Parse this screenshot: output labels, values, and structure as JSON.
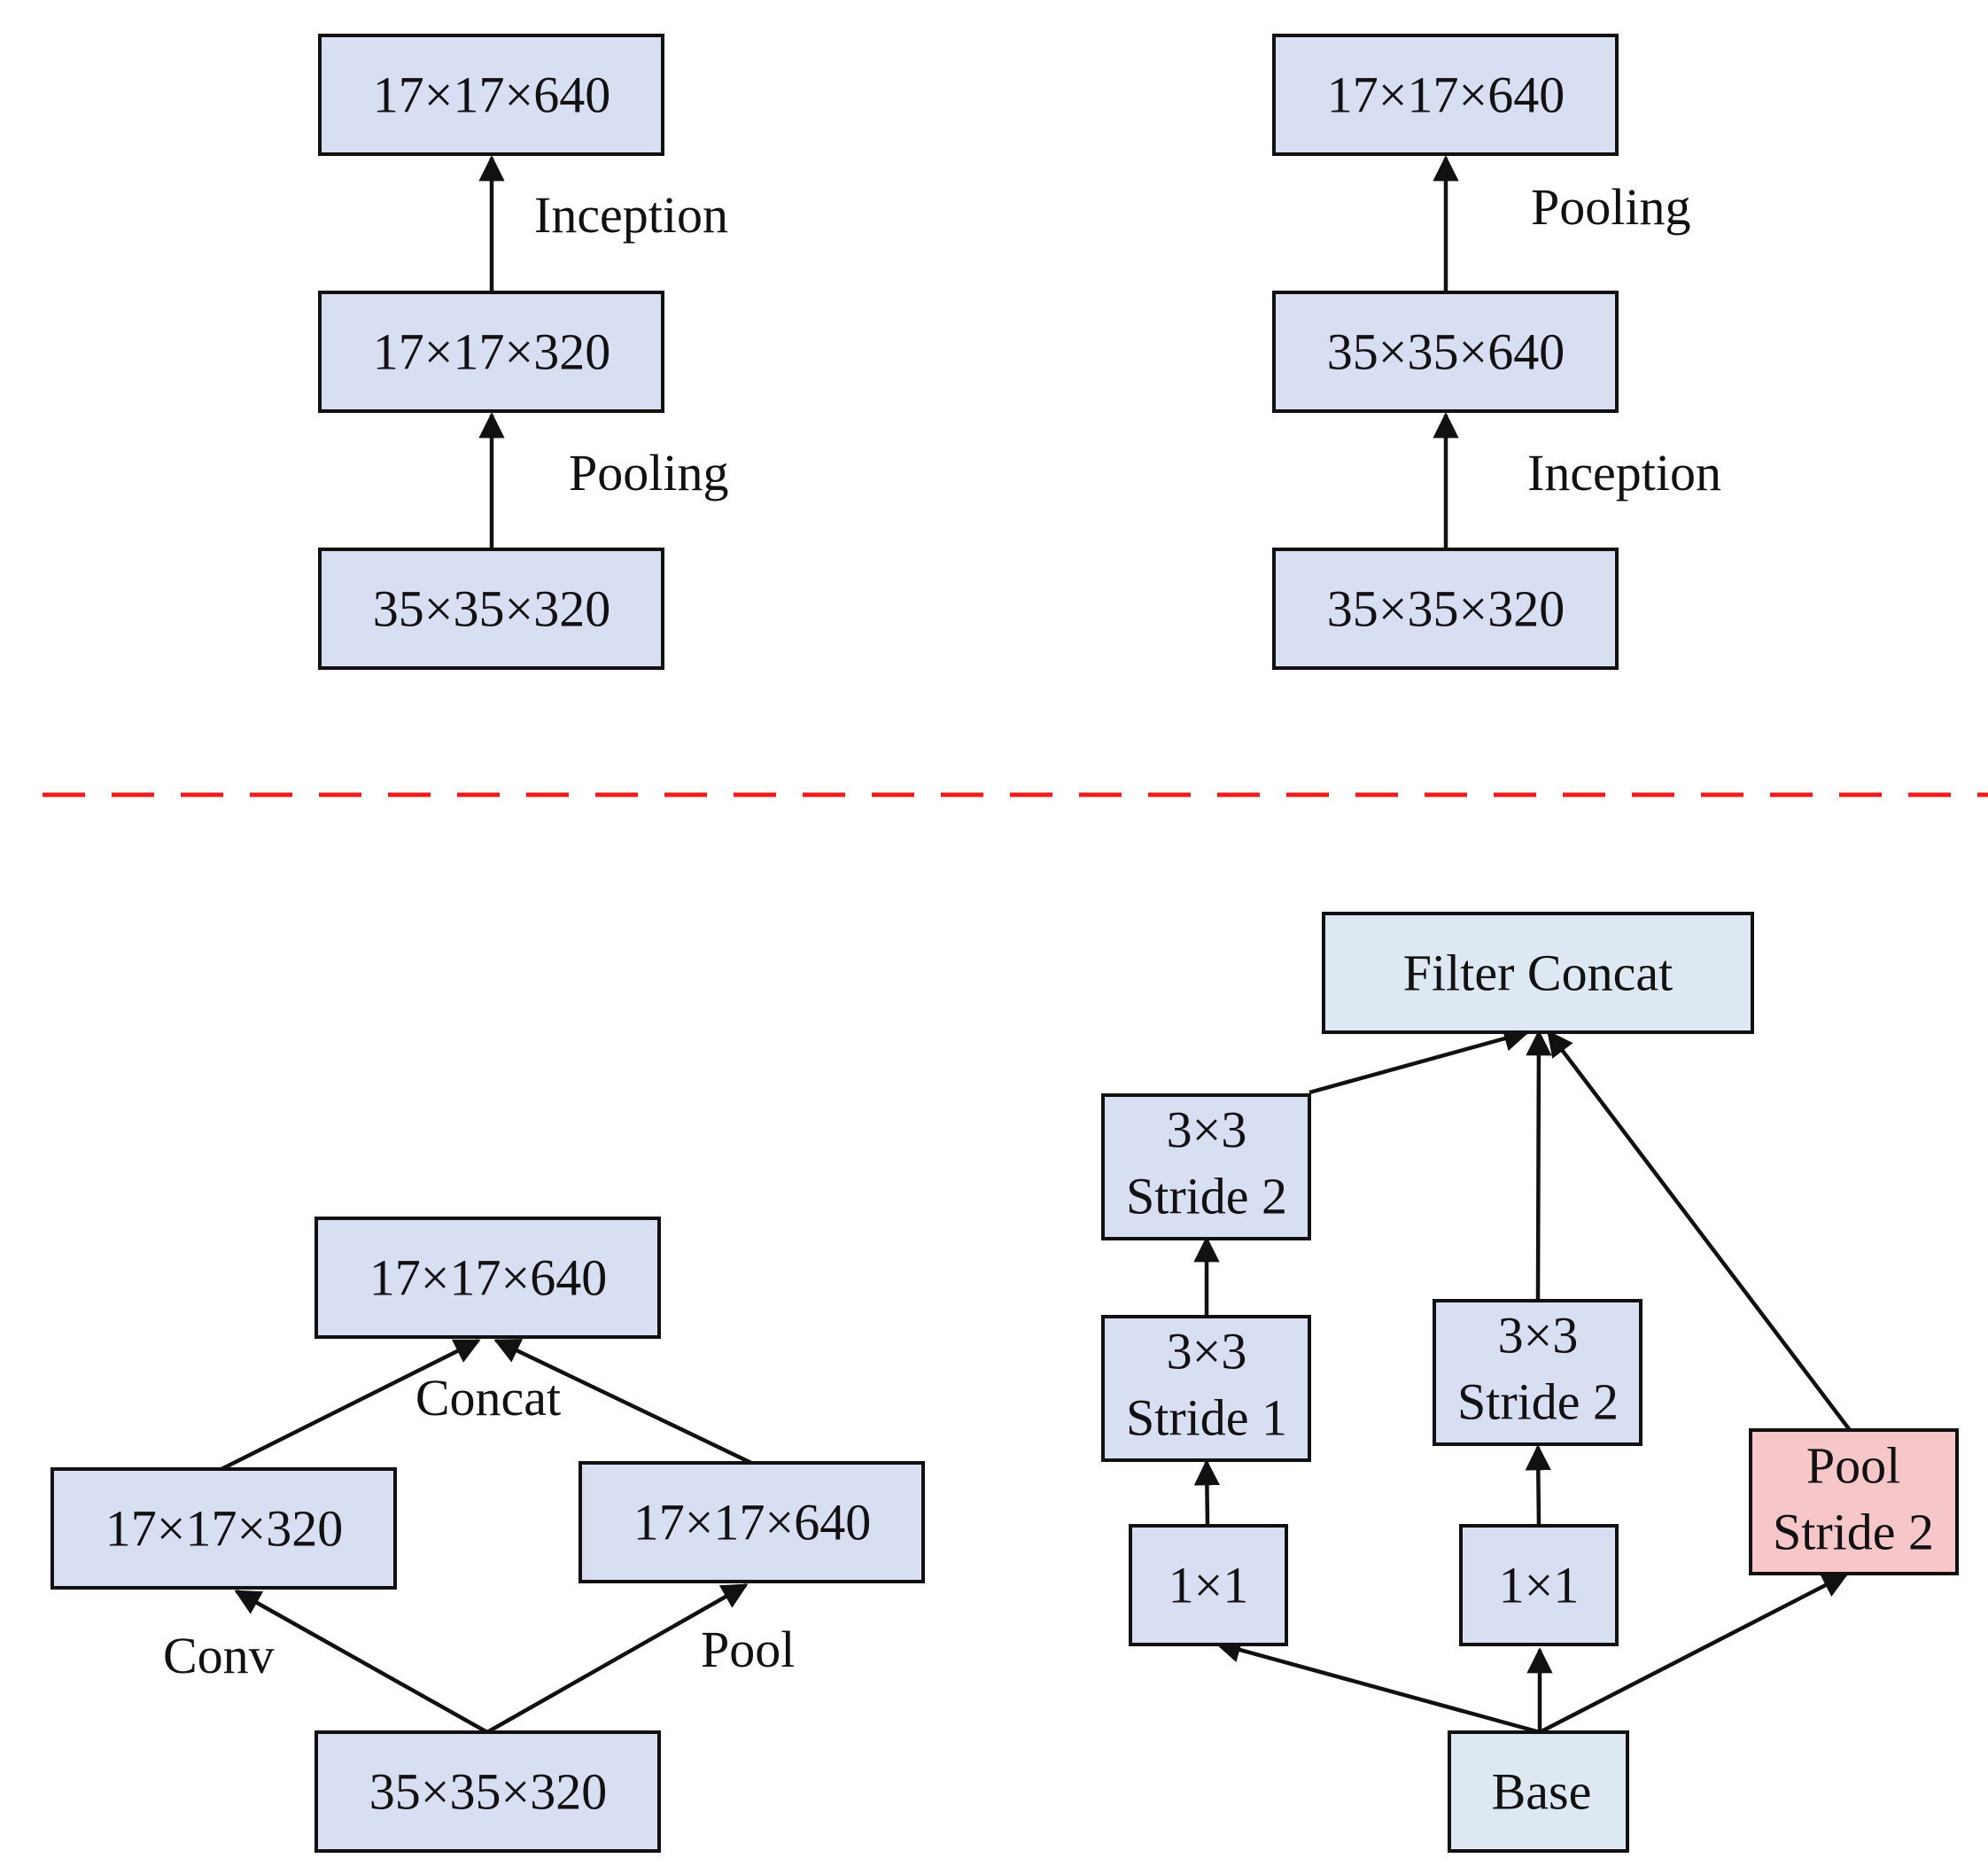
{
  "top_left": {
    "box_top": "17×17×640",
    "box_mid": "17×17×320",
    "box_bottom": "35×35×320",
    "edge_upper": "Inception",
    "edge_lower": "Pooling"
  },
  "top_right": {
    "box_top": "17×17×640",
    "box_mid": "35×35×640",
    "box_bottom": "35×35×320",
    "edge_upper": "Pooling",
    "edge_lower": "Inception"
  },
  "bottom_left": {
    "box_top": "17×17×640",
    "box_left": "17×17×320",
    "box_right": "17×17×640",
    "box_bottom": "35×35×320",
    "concat_label": "Concat",
    "conv_label": "Conv",
    "pool_label": "Pool"
  },
  "bottom_right": {
    "filter_concat": "Filter Concat",
    "a_3x3_s2": [
      "3×3",
      "Stride 2"
    ],
    "a_3x3_s1": [
      "3×3",
      "Stride 1"
    ],
    "a_1x1": "1×1",
    "b_3x3_s2": [
      "3×3",
      "Stride 2"
    ],
    "b_1x1": "1×1",
    "pool": [
      "Pool",
      "Stride 2"
    ],
    "base": "Base"
  },
  "colors": {
    "box_fill": "#d9dff3",
    "light_box_fill": "#dde8f3",
    "pool_fill": "#f7c6c8",
    "divider": "#ee1c1c"
  }
}
